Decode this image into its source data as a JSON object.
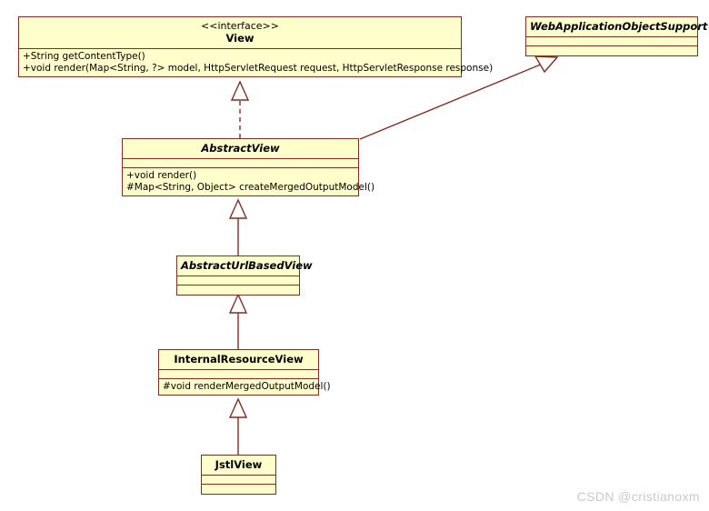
{
  "diagram": {
    "title": "Spring MVC View hierarchy UML class diagram",
    "style": {
      "box_fill": "#ffffcc",
      "box_border": "#7f2f1f",
      "connector_color": "#7f2f1f",
      "background": "#ffffff",
      "watermark_color": "#c9c9c9"
    },
    "classes": [
      {
        "id": "view",
        "stereotype": "<<interface>>",
        "name": "View",
        "italic": false,
        "attributes": [],
        "methods": [
          "+String getContentType()",
          "+void render(Map<String, ?> model, HttpServletRequest request, HttpServletResponse response)"
        ]
      },
      {
        "id": "webappsupport",
        "stereotype": "",
        "name": "WebApplicationObjectSupport",
        "italic": true,
        "attributes": [],
        "methods": []
      },
      {
        "id": "abstractview",
        "stereotype": "",
        "name": "AbstractView",
        "italic": true,
        "attributes": [],
        "methods": [
          "+void render()",
          "#Map<String, Object> createMergedOutputModel()"
        ]
      },
      {
        "id": "abstracturlbasedview",
        "stereotype": "",
        "name": "AbstractUrlBasedView",
        "italic": true,
        "attributes": [],
        "methods": []
      },
      {
        "id": "internalresourceview",
        "stereotype": "",
        "name": "InternalResourceView",
        "italic": false,
        "attributes": [],
        "methods": [
          "#void renderMergedOutputModel()"
        ]
      },
      {
        "id": "jstlview",
        "stereotype": "",
        "name": "JstlView",
        "italic": false,
        "attributes": [],
        "methods": []
      }
    ],
    "relations": [
      {
        "from": "AbstractView",
        "to": "View",
        "type": "realization",
        "line": "dashed",
        "arrow": "hollow-triangle"
      },
      {
        "from": "AbstractView",
        "to": "WebApplicationObjectSupport",
        "type": "generalization",
        "line": "solid",
        "arrow": "hollow-triangle"
      },
      {
        "from": "AbstractUrlBasedView",
        "to": "AbstractView",
        "type": "generalization",
        "line": "solid",
        "arrow": "hollow-triangle"
      },
      {
        "from": "InternalResourceView",
        "to": "AbstractUrlBasedView",
        "type": "generalization",
        "line": "solid",
        "arrow": "hollow-triangle"
      },
      {
        "from": "JstlView",
        "to": "InternalResourceView",
        "type": "generalization",
        "line": "solid",
        "arrow": "hollow-triangle"
      }
    ]
  },
  "watermark": {
    "text": "CSDN @cristianoxm"
  }
}
